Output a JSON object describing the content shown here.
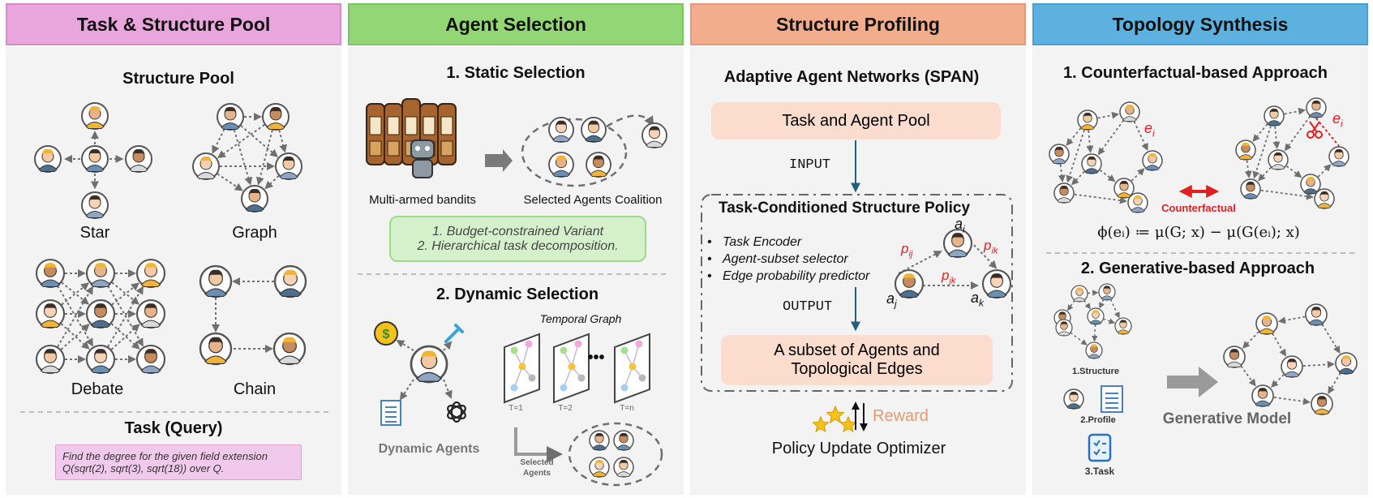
{
  "colors": {
    "pink": "#e8a6dd",
    "green": "#93d675",
    "orange": "#f2ad8c",
    "blue": "#5cb1df",
    "salmon": "#fbdccd",
    "mint": "#d5f1cc",
    "query": "#f1c9ec",
    "red": "#e02020",
    "arrow": "#6f6f6f"
  },
  "icons": [
    "agent-avatar-icon",
    "slot-machine-icon",
    "robot-icon",
    "dollar-coin-icon",
    "wrench-icon",
    "openai-icon",
    "document-icon",
    "clipboard-icon",
    "stars-icon",
    "scissors-icon"
  ],
  "panel1": {
    "header": "Task & Structure Pool",
    "pool_title": "Structure Pool",
    "labels": {
      "star": "Star",
      "graph": "Graph",
      "debate": "Debate",
      "chain": "Chain"
    },
    "task_title": "Task (Query)",
    "query_line1": "Find the degree for the given field extension",
    "query_line2": "Q(sqrt(2), sqrt(3), sqrt(18)) over Q."
  },
  "panel2": {
    "header": "Agent Selection",
    "static_title": "1. Static Selection",
    "bandits_label": "Multi-armed bandits",
    "coalition_label": "Selected Agents Coalition",
    "variant1": "1. Budget-constrained Variant",
    "variant2": "2. Hierarchical task decomposition.",
    "dynamic_title": "2. Dynamic Selection",
    "temporal_label": "Temporal Graph",
    "t1": "T=1",
    "t2": "T=2",
    "tn": "T=n",
    "ellipsis": "•••",
    "dynamic_agents": "Dynamic Agents",
    "selected1": "Selected",
    "selected2": "Agents"
  },
  "panel3": {
    "header": "Structure Profiling",
    "title": "Adaptive Agent Networks (SPAN)",
    "pool_box": "Task and Agent Pool",
    "input": "INPUT",
    "policy_title": "Task-Conditioned Structure Policy",
    "bullets": [
      "Task Encoder",
      "Agent-subset selector",
      "Edge probability predictor"
    ],
    "output": "OUTPUT",
    "out_line1": "A subset of Agents and",
    "out_line2": "Topological Edges",
    "reward": "Reward",
    "optimizer": "Policy Update Optimizer",
    "ai": "a",
    "ai_sub": "i",
    "aj": "a",
    "aj_sub": "j",
    "ak": "a",
    "ak_sub": "k",
    "pij": "p",
    "pij_sub": "ij",
    "pik": "p",
    "pik_sub": "ik",
    "pjk": "p",
    "pjk_sub": "jk"
  },
  "panel4": {
    "header": "Topology Synthesis",
    "cf_title": "1. Counterfactual-based Approach",
    "ei": "e",
    "ei_sub": "i",
    "counterfactual": "Counterfactual",
    "formula": "ϕ(eᵢ) ≔ μ(G; x) − μ(G(eᵢ); x)",
    "gen_title": "2. Generative-based Approach",
    "structure": "1.Structure",
    "profile": "2.Profile",
    "task": "3.Task",
    "gen_model": "Generative Model"
  }
}
